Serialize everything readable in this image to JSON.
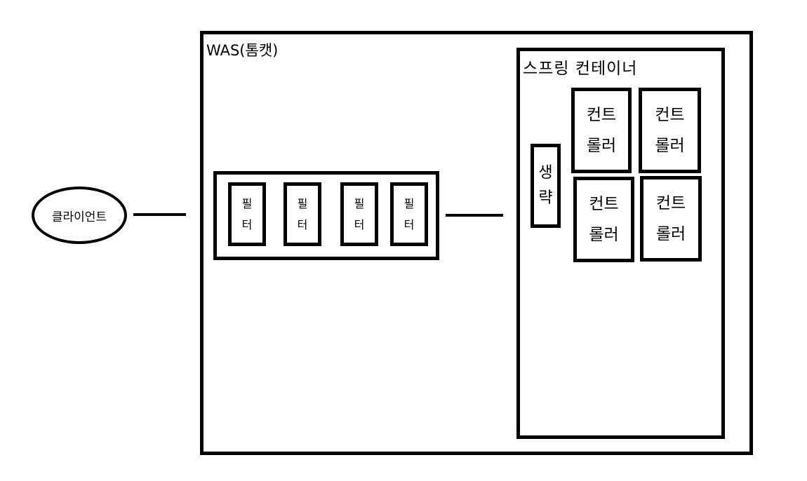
{
  "client": {
    "label": "클라이언트"
  },
  "was": {
    "title": "WAS(톰캣)"
  },
  "filters": [
    {
      "line1": "필",
      "line2": "터"
    },
    {
      "line1": "필",
      "line2": "터"
    },
    {
      "line1": "필",
      "line2": "터"
    },
    {
      "line1": "필",
      "line2": "터"
    }
  ],
  "spring": {
    "title": "스프링 컨테이너",
    "omitted": {
      "line1": "생",
      "line2": "략"
    },
    "controllers": [
      {
        "line1": "컨트",
        "line2": "롤러"
      },
      {
        "line1": "컨트",
        "line2": "롤러"
      },
      {
        "line1": "컨트",
        "line2": "롤러"
      },
      {
        "line1": "컨트",
        "line2": "롤러"
      }
    ]
  }
}
